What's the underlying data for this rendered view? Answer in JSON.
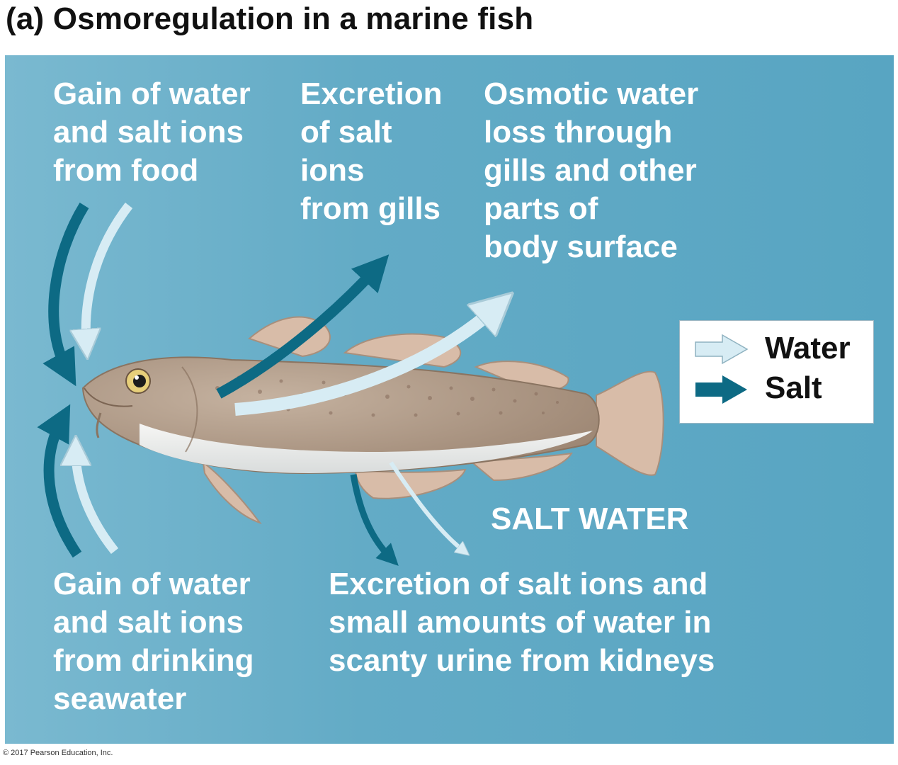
{
  "title": "(a) Osmoregulation in a marine fish",
  "labels": {
    "gain_food": "Gain of water\nand salt ions\nfrom food",
    "excretion_gills": "Excretion\nof salt\nions\nfrom gills",
    "osmotic_loss": "Osmotic water\nloss through\ngills and other\nparts of\nbody surface",
    "salt_water": "SALT WATER",
    "gain_drinking": "Gain of water\nand salt ions\nfrom drinking\nseawater",
    "excretion_kidneys": "Excretion of salt ions and\nsmall amounts of water in\nscanty urine from kidneys"
  },
  "legend": {
    "water": "Water",
    "salt": "Salt"
  },
  "colors": {
    "water_arrow": "#d7ecf4",
    "salt_arrow": "#0d6a84",
    "background": "#62aac5",
    "fish_body": "#b19a86",
    "fish_belly": "#eeeeec",
    "fin": "#d8bca8"
  },
  "copyright": "© 2017 Pearson Education, Inc."
}
